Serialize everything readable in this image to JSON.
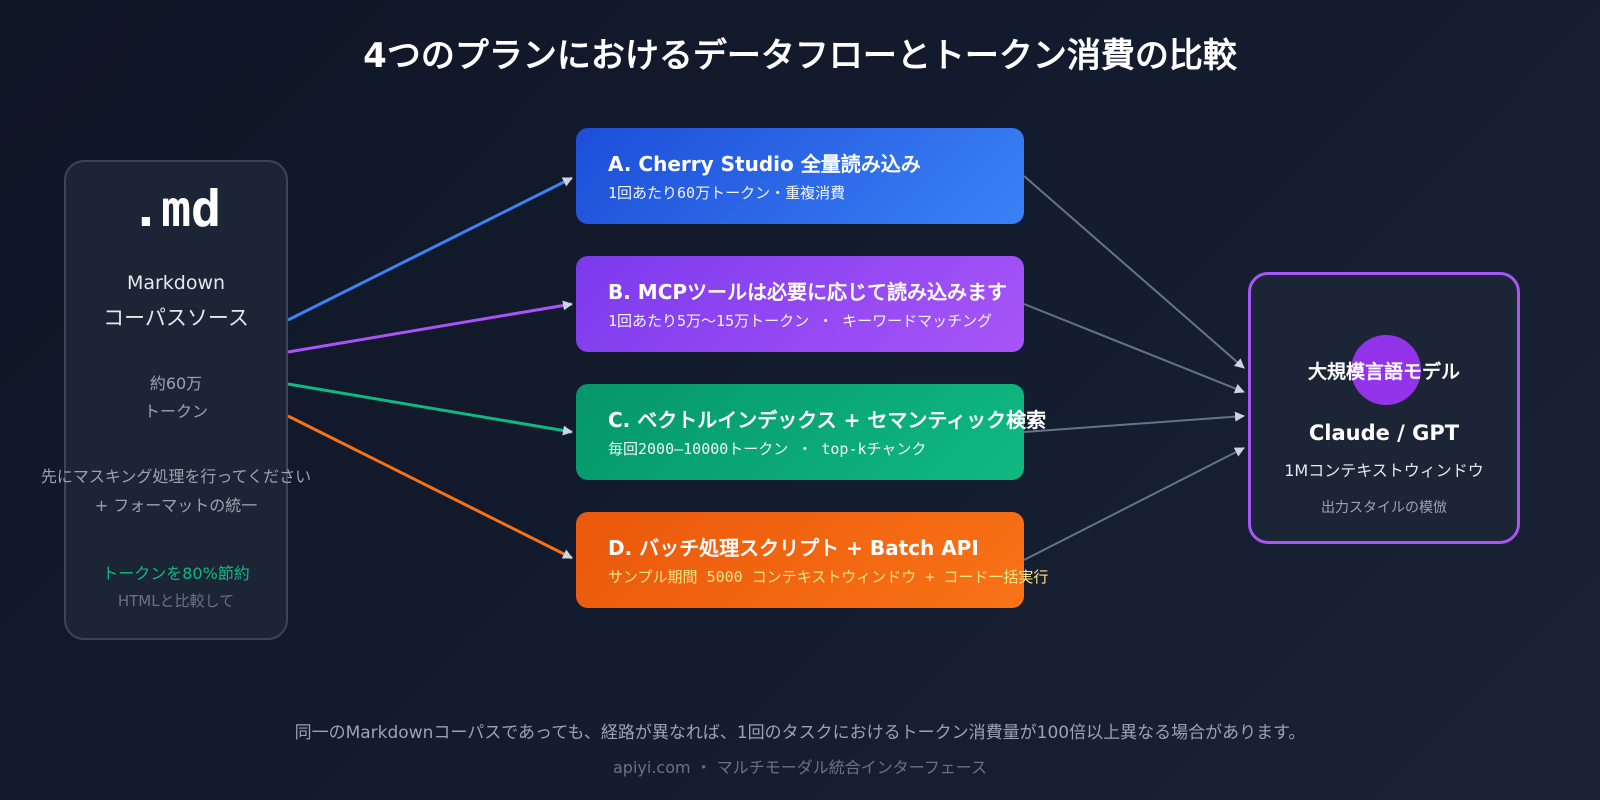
{
  "title": "4つのプランにおけるデータフローとトークン消費の比較",
  "source": {
    "ext": ".md",
    "name_line1": "Markdown",
    "name_line2": "コーパスソース",
    "count_line1": "約60万",
    "count_line2": "トークン",
    "prep_line1": "先にマスキング処理を行ってください",
    "prep_line2": "+ フォーマットの統一",
    "saving_line1": "トークンを80%節約",
    "saving_line2": "HTMLと比較して"
  },
  "plans": [
    {
      "title": "A. Cherry Studio 全量読み込み",
      "desc": "1回あたり60万トークン・重複消費",
      "color": "#3b82f6"
    },
    {
      "title": "B. MCPツールは必要に応じて読み込みます",
      "desc": "1回あたり5万〜15万トークン ・ キーワードマッチング",
      "color": "#a855f7"
    },
    {
      "title": "C. ベクトルインデックス + セマンティック検索",
      "desc": "毎回2000–10000トークン ・ top-kチャンク",
      "color": "#10b981"
    },
    {
      "title": "D. バッチ処理スクリプト + Batch API",
      "desc": "サンプル期間 5000 コンテキストウィンドウ + コード一括実行",
      "color": "#f97316"
    }
  ],
  "llm": {
    "name": "大規模言語モデル",
    "model": "Claude / GPT",
    "context": "1Mコンテキストウィンドウ",
    "style": "出力スタイルの模倣"
  },
  "footer": {
    "note": "同一のMarkdownコーパスであっても、経路が異なれば、1回のタスクにおけるトークン消費量が100倍以上異なる場合があります。",
    "credit": "apiyi.com ・ マルチモーダル統合インターフェース"
  }
}
